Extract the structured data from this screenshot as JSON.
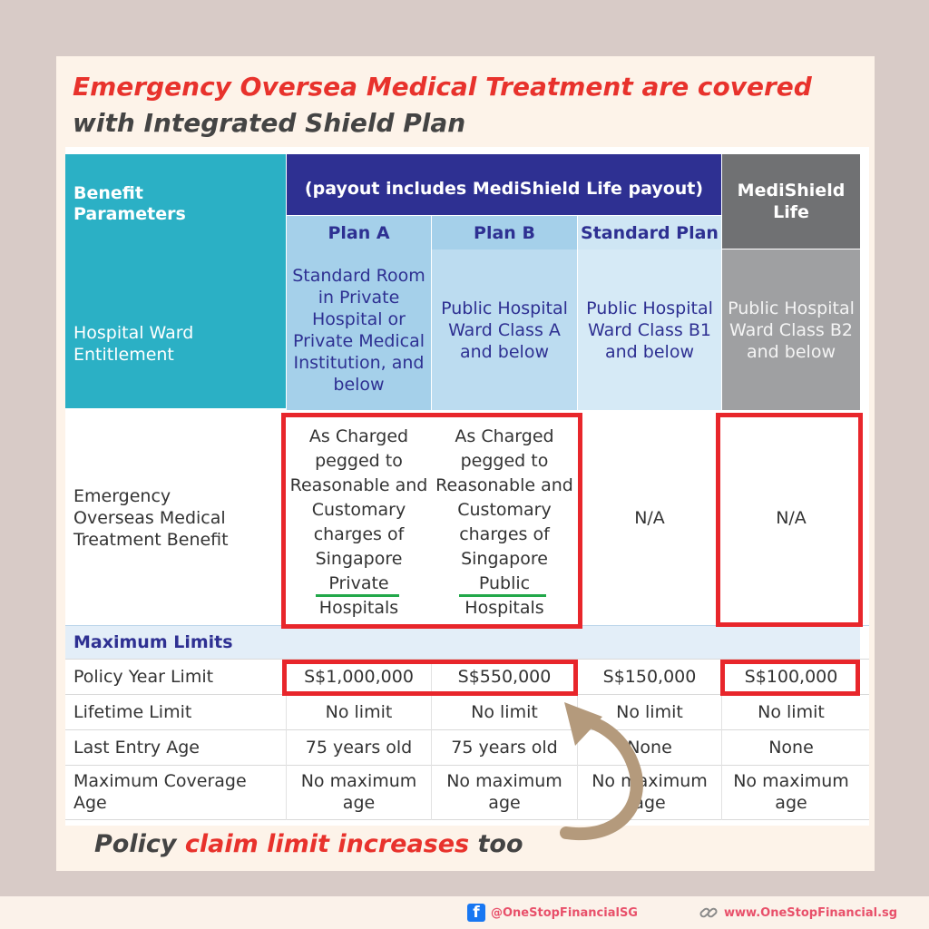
{
  "title": {
    "line1": "Emergency Oversea Medical Treatment are covered",
    "line2": "with Integrated Shield Plan"
  },
  "table": {
    "header": {
      "benefit_parameters": "Benefit Parameters",
      "payout_note": "(payout includes MediShield Life payout)",
      "medishield_life": "MediShield Life",
      "plan_a": "Plan A",
      "plan_b": "Plan B",
      "standard_plan": "Standard Plan"
    },
    "ward": {
      "label": "Hospital Ward Entitlement",
      "plan_a": "Standard Room in Private Hospital or Private Medical Institution, and below",
      "plan_b": "Public Hospital Ward Class A and below",
      "standard": "Public Hospital Ward Class B1 and below",
      "medishield": "Public Hospital Ward Class B2 and below"
    },
    "emergency": {
      "label": "Emergency Overseas  Medical Treatment Benefit",
      "plan_a_pre": "As Charged pegged to Reasonable and Customary charges of Singapore",
      "plan_a_key": "Private",
      "plan_a_post": "Hospitals",
      "plan_b_pre": "As Charged pegged to Reasonable and Customary charges of Singapore",
      "plan_b_key": "Public",
      "plan_b_post": "Hospitals",
      "standard": "N/A",
      "medishield": "N/A"
    },
    "max_limits": "Maximum Limits",
    "rows": [
      {
        "label": "Policy Year Limit",
        "a": "S$1,000,000",
        "b": "S$550,000",
        "s": "S$150,000",
        "m": "S$100,000"
      },
      {
        "label": "Lifetime Limit",
        "a": "No limit",
        "b": "No limit",
        "s": "No limit",
        "m": "No limit"
      },
      {
        "label": "Last Entry Age",
        "a": "75 years old",
        "b": "75 years old",
        "s": "None",
        "m": "None"
      },
      {
        "label": "Maximum Coverage Age",
        "a": "No maximum age",
        "b": "No maximum age",
        "s": "No maximum age",
        "m": "No maximum age"
      }
    ]
  },
  "footer": {
    "part1": "Policy ",
    "part2": "claim limit increases",
    "part3": " too"
  },
  "social": {
    "facebook": "@OneStopFinancialSG",
    "website": "www.OneStopFinancial.sg"
  },
  "colors": {
    "accent_red": "#e8322c",
    "teal": "#2bb0c5",
    "navy": "#2e3092",
    "grey": "#707173",
    "highlight_box": "#e8262b",
    "underline_green": "#22a84a",
    "arrow": "#b49a7c"
  }
}
